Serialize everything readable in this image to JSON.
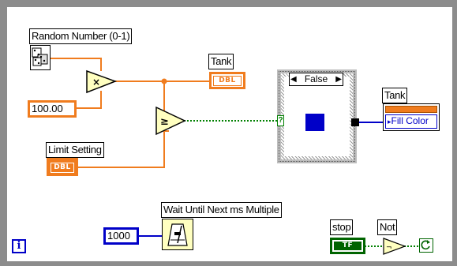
{
  "diagram": {
    "random_number": {
      "label": "Random Number (0-1)"
    },
    "multiplier_constant": {
      "value": "100.00"
    },
    "tank_indicator": {
      "label": "Tank",
      "type_tag": "DBL"
    },
    "limit_setting": {
      "label": "Limit Setting",
      "type_tag": "DBL"
    },
    "case_structure": {
      "selector": "False",
      "terminal_mark": "?"
    },
    "fill_color_node": {
      "owner_label": "Tank",
      "property": "Fill Color"
    },
    "wait_function": {
      "label": "Wait Until Next ms Multiple"
    },
    "wait_constant": {
      "value": "1000"
    },
    "stop_button": {
      "label": "stop",
      "type_tag": "TF"
    },
    "not_function": {
      "label": "Not"
    },
    "iteration_terminal": {
      "text": "i"
    }
  },
  "colors": {
    "frame": "#8c8c8c",
    "orange_wire": "#f07c1e",
    "green_wire": "#008000",
    "blue_wire": "#0000c8",
    "primitive_fill": "#ffffc0",
    "boolean_green": "#006400",
    "integer_blue": "#0000c8"
  },
  "icons": [
    "dice-icon",
    "multiply-icon",
    "greater-equal-icon",
    "metronome-icon",
    "not-gate-icon",
    "loop-condition-icon",
    "iteration-icon"
  ]
}
